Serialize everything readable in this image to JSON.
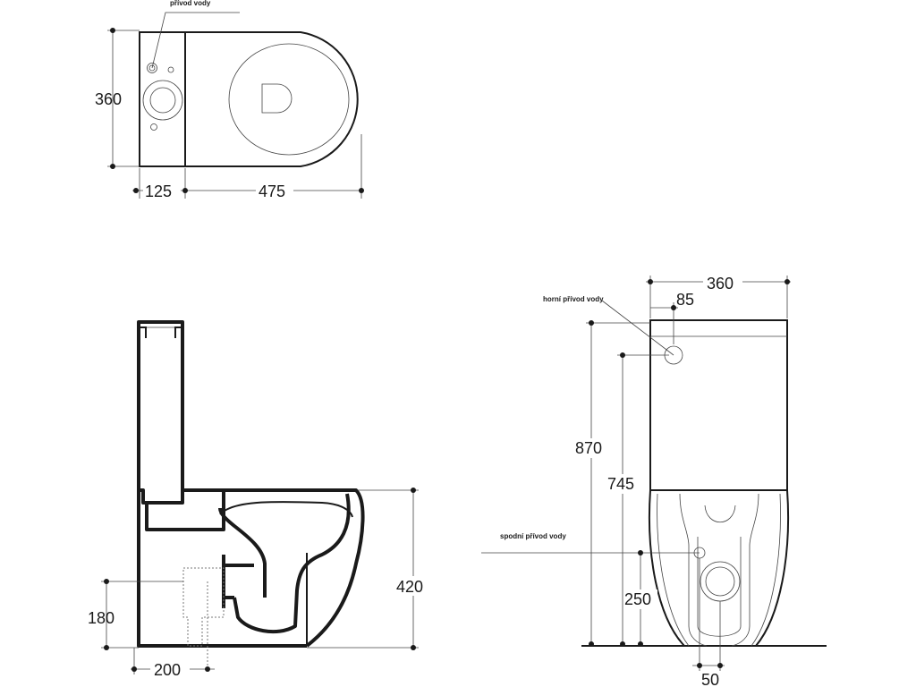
{
  "top_view": {
    "label_water_inlet": "přívod vody",
    "dim_depth": "360",
    "dim_tank": "125",
    "dim_bowl": "475"
  },
  "side_view": {
    "dim_height": "420",
    "dim_drain_height": "180",
    "dim_drain_offset": "200"
  },
  "front_view": {
    "label_top_inlet": "horní přívod vody",
    "label_bottom_inlet": "spodní přívod vody",
    "dim_width": "360",
    "dim_inlet_offset": "85",
    "dim_total_height": "870",
    "dim_top_inlet_height": "745",
    "dim_bottom_inlet_height": "250",
    "dim_bottom_offset": "50"
  }
}
